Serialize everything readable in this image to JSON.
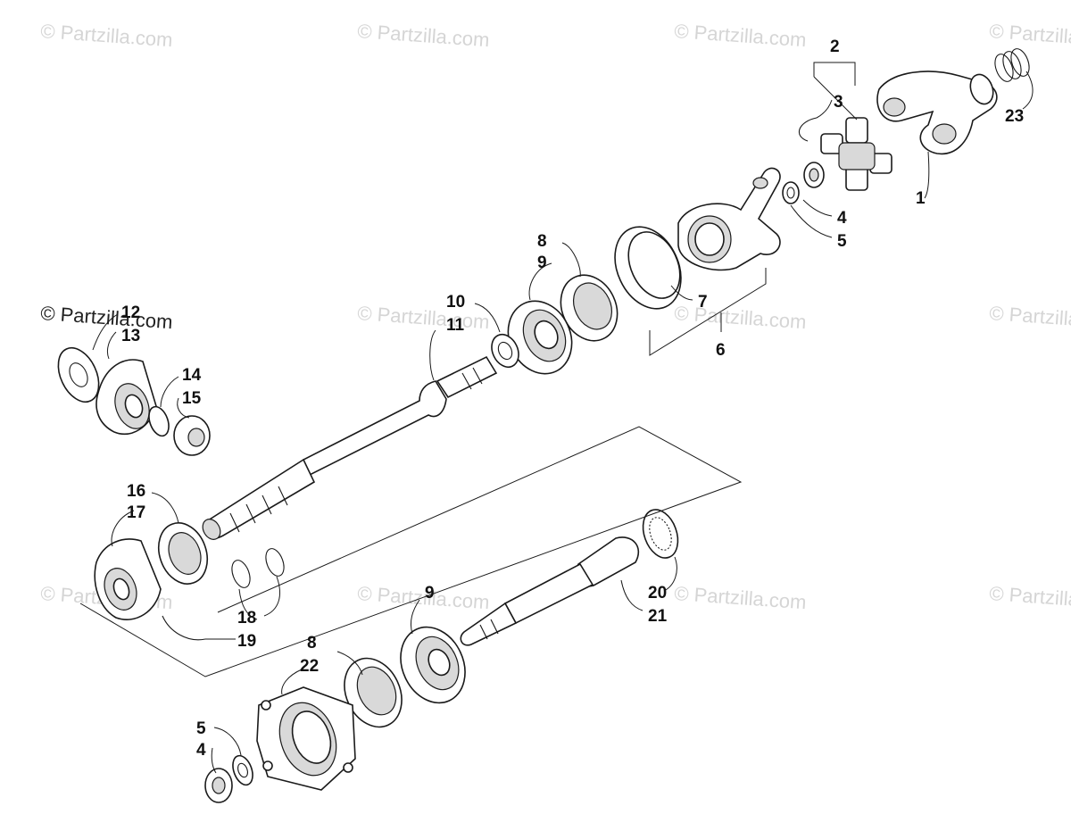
{
  "watermark": {
    "text": "© Partzilla.com"
  },
  "callouts": [
    {
      "id": "c1",
      "label": "1"
    },
    {
      "id": "c2",
      "label": "2"
    },
    {
      "id": "c3",
      "label": "3"
    },
    {
      "id": "c4a",
      "label": "4"
    },
    {
      "id": "c5a",
      "label": "5"
    },
    {
      "id": "c6",
      "label": "6"
    },
    {
      "id": "c7",
      "label": "7"
    },
    {
      "id": "c8a",
      "label": "8"
    },
    {
      "id": "c9a",
      "label": "9"
    },
    {
      "id": "c10",
      "label": "10"
    },
    {
      "id": "c11",
      "label": "11"
    },
    {
      "id": "c12",
      "label": "12"
    },
    {
      "id": "c13",
      "label": "13"
    },
    {
      "id": "c14",
      "label": "14"
    },
    {
      "id": "c15",
      "label": "15"
    },
    {
      "id": "c16",
      "label": "16"
    },
    {
      "id": "c17",
      "label": "17"
    },
    {
      "id": "c18",
      "label": "18"
    },
    {
      "id": "c19",
      "label": "19"
    },
    {
      "id": "c20",
      "label": "20"
    },
    {
      "id": "c21",
      "label": "21"
    },
    {
      "id": "c22",
      "label": "22"
    },
    {
      "id": "c23",
      "label": "23"
    },
    {
      "id": "c9b",
      "label": "9"
    },
    {
      "id": "c8b",
      "label": "8"
    },
    {
      "id": "c5b",
      "label": "5"
    },
    {
      "id": "c4b",
      "label": "4"
    }
  ]
}
